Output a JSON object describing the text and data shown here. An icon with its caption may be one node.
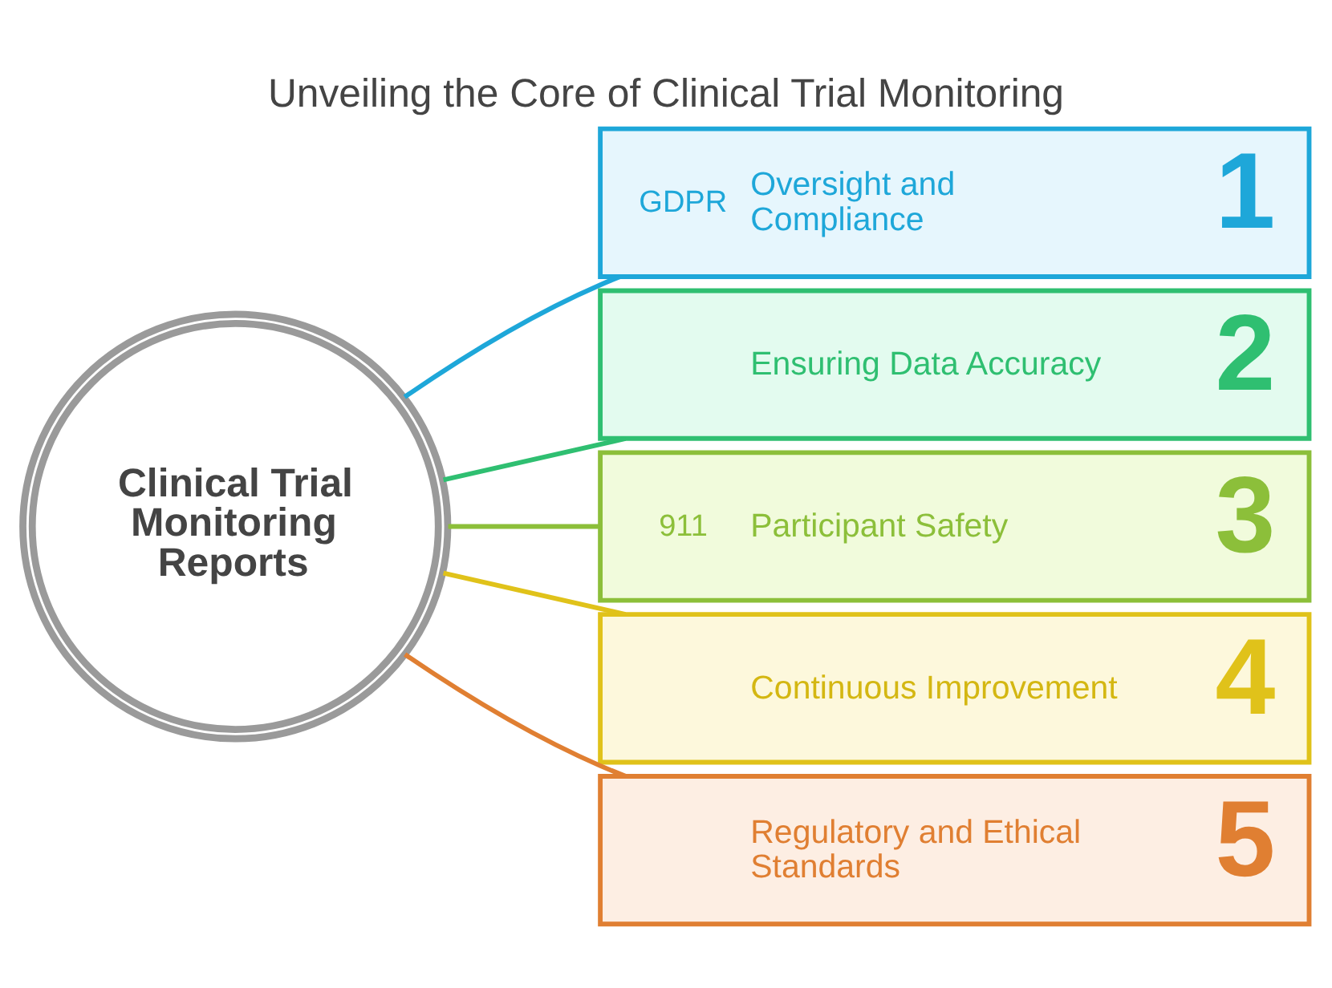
{
  "diagram": {
    "title": "Unveiling the Core of Clinical Trial Monitoring",
    "nodes": [
      {
        "text": [
          "Clinical Trial Monitoring Reports"
        ]
      },
      {
        "text": [
          "GDPR",
          "Oversight and Compliance",
          "1"
        ]
      },
      {
        "text": [
          "Ensuring Data Accuracy",
          "2"
        ]
      },
      {
        "text": [
          "911",
          "Participant Safety",
          "3"
        ]
      },
      {
        "text": [
          "Continuous Improvement",
          "4"
        ]
      },
      {
        "text": [
          "Regulatory and Ethical Standards",
          "5"
        ]
      }
    ],
    "edges": [
      {
        "from": 0,
        "to": 1,
        "arrow": "none",
        "color": "#1ea7d9"
      },
      {
        "from": 0,
        "to": 2,
        "arrow": "none",
        "color": "#2fbf71"
      },
      {
        "from": 0,
        "to": 3,
        "arrow": "none",
        "color": "#8cbf3a"
      },
      {
        "from": 0,
        "to": 4,
        "arrow": "none",
        "color": "#e0c21a"
      },
      {
        "from": 0,
        "to": 5,
        "arrow": "none",
        "color": "#e07f32"
      }
    ]
  }
}
